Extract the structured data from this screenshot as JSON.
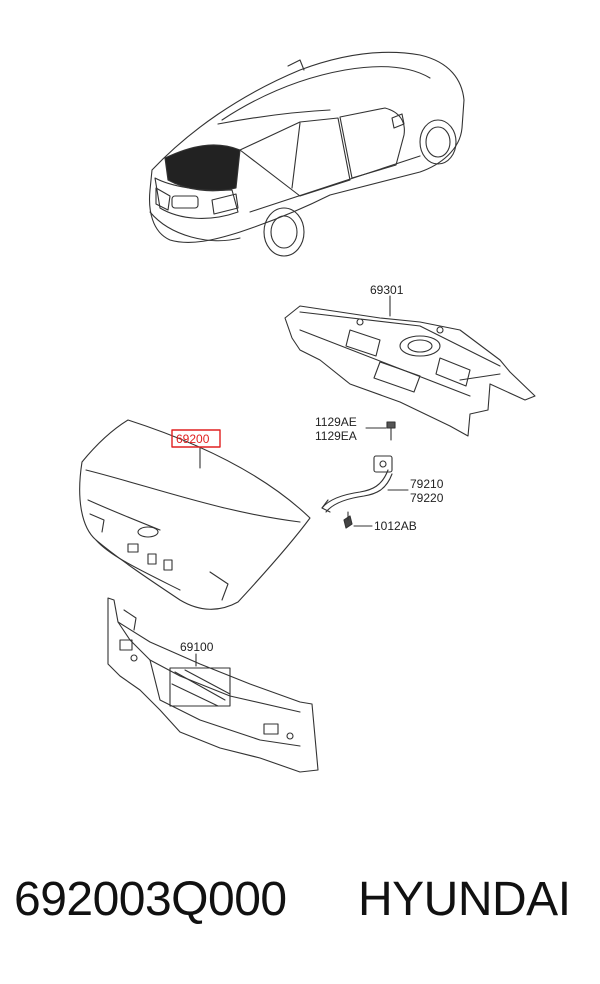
{
  "diagram": {
    "callouts": {
      "shelf": "69301",
      "lid": "69200",
      "bolt_a": "1129AE",
      "bolt_b": "1129EA",
      "hinge_a": "79210",
      "hinge_b": "79220",
      "nut": "1012AB",
      "back_panel": "69100"
    },
    "highlight_color": "#e02020"
  },
  "footer": {
    "part_number": "692003Q000",
    "brand": "HYUNDAI"
  }
}
